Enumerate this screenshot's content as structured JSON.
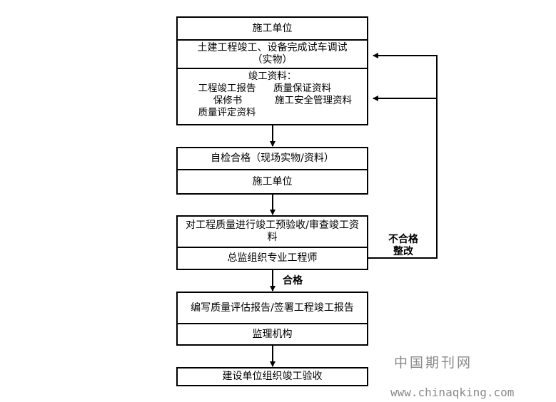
{
  "box1": {
    "title": "施工单位",
    "step": "土建工程竣工、设备完成试车调试（实物）",
    "materials_heading": "竣工资料：",
    "materials": [
      [
        "工程竣工报告",
        "质量保证资料"
      ],
      [
        "保修书",
        "施工安全管理资料"
      ],
      [
        "质量评定资料",
        ""
      ]
    ]
  },
  "box2": {
    "step": "自检合格（现场实物/资料）",
    "actor": "施工单位"
  },
  "box3": {
    "step": "对工程质量进行竣工预验收/审查竣工资料",
    "actor": "总监组织专业工程师"
  },
  "box4": {
    "step": "编写质量评估报告/签署工程竣工报告",
    "actor": "监理机构"
  },
  "box5": {
    "step": "建设单位组织竣工验收"
  },
  "labels": {
    "pass": "合格",
    "fail": "不合格\n整改"
  },
  "watermark": {
    "cn": "中国期刊网",
    "url": "www.chinaqking.com"
  },
  "colors": {
    "line": "#000000",
    "watermark": "#8a8a8a"
  }
}
